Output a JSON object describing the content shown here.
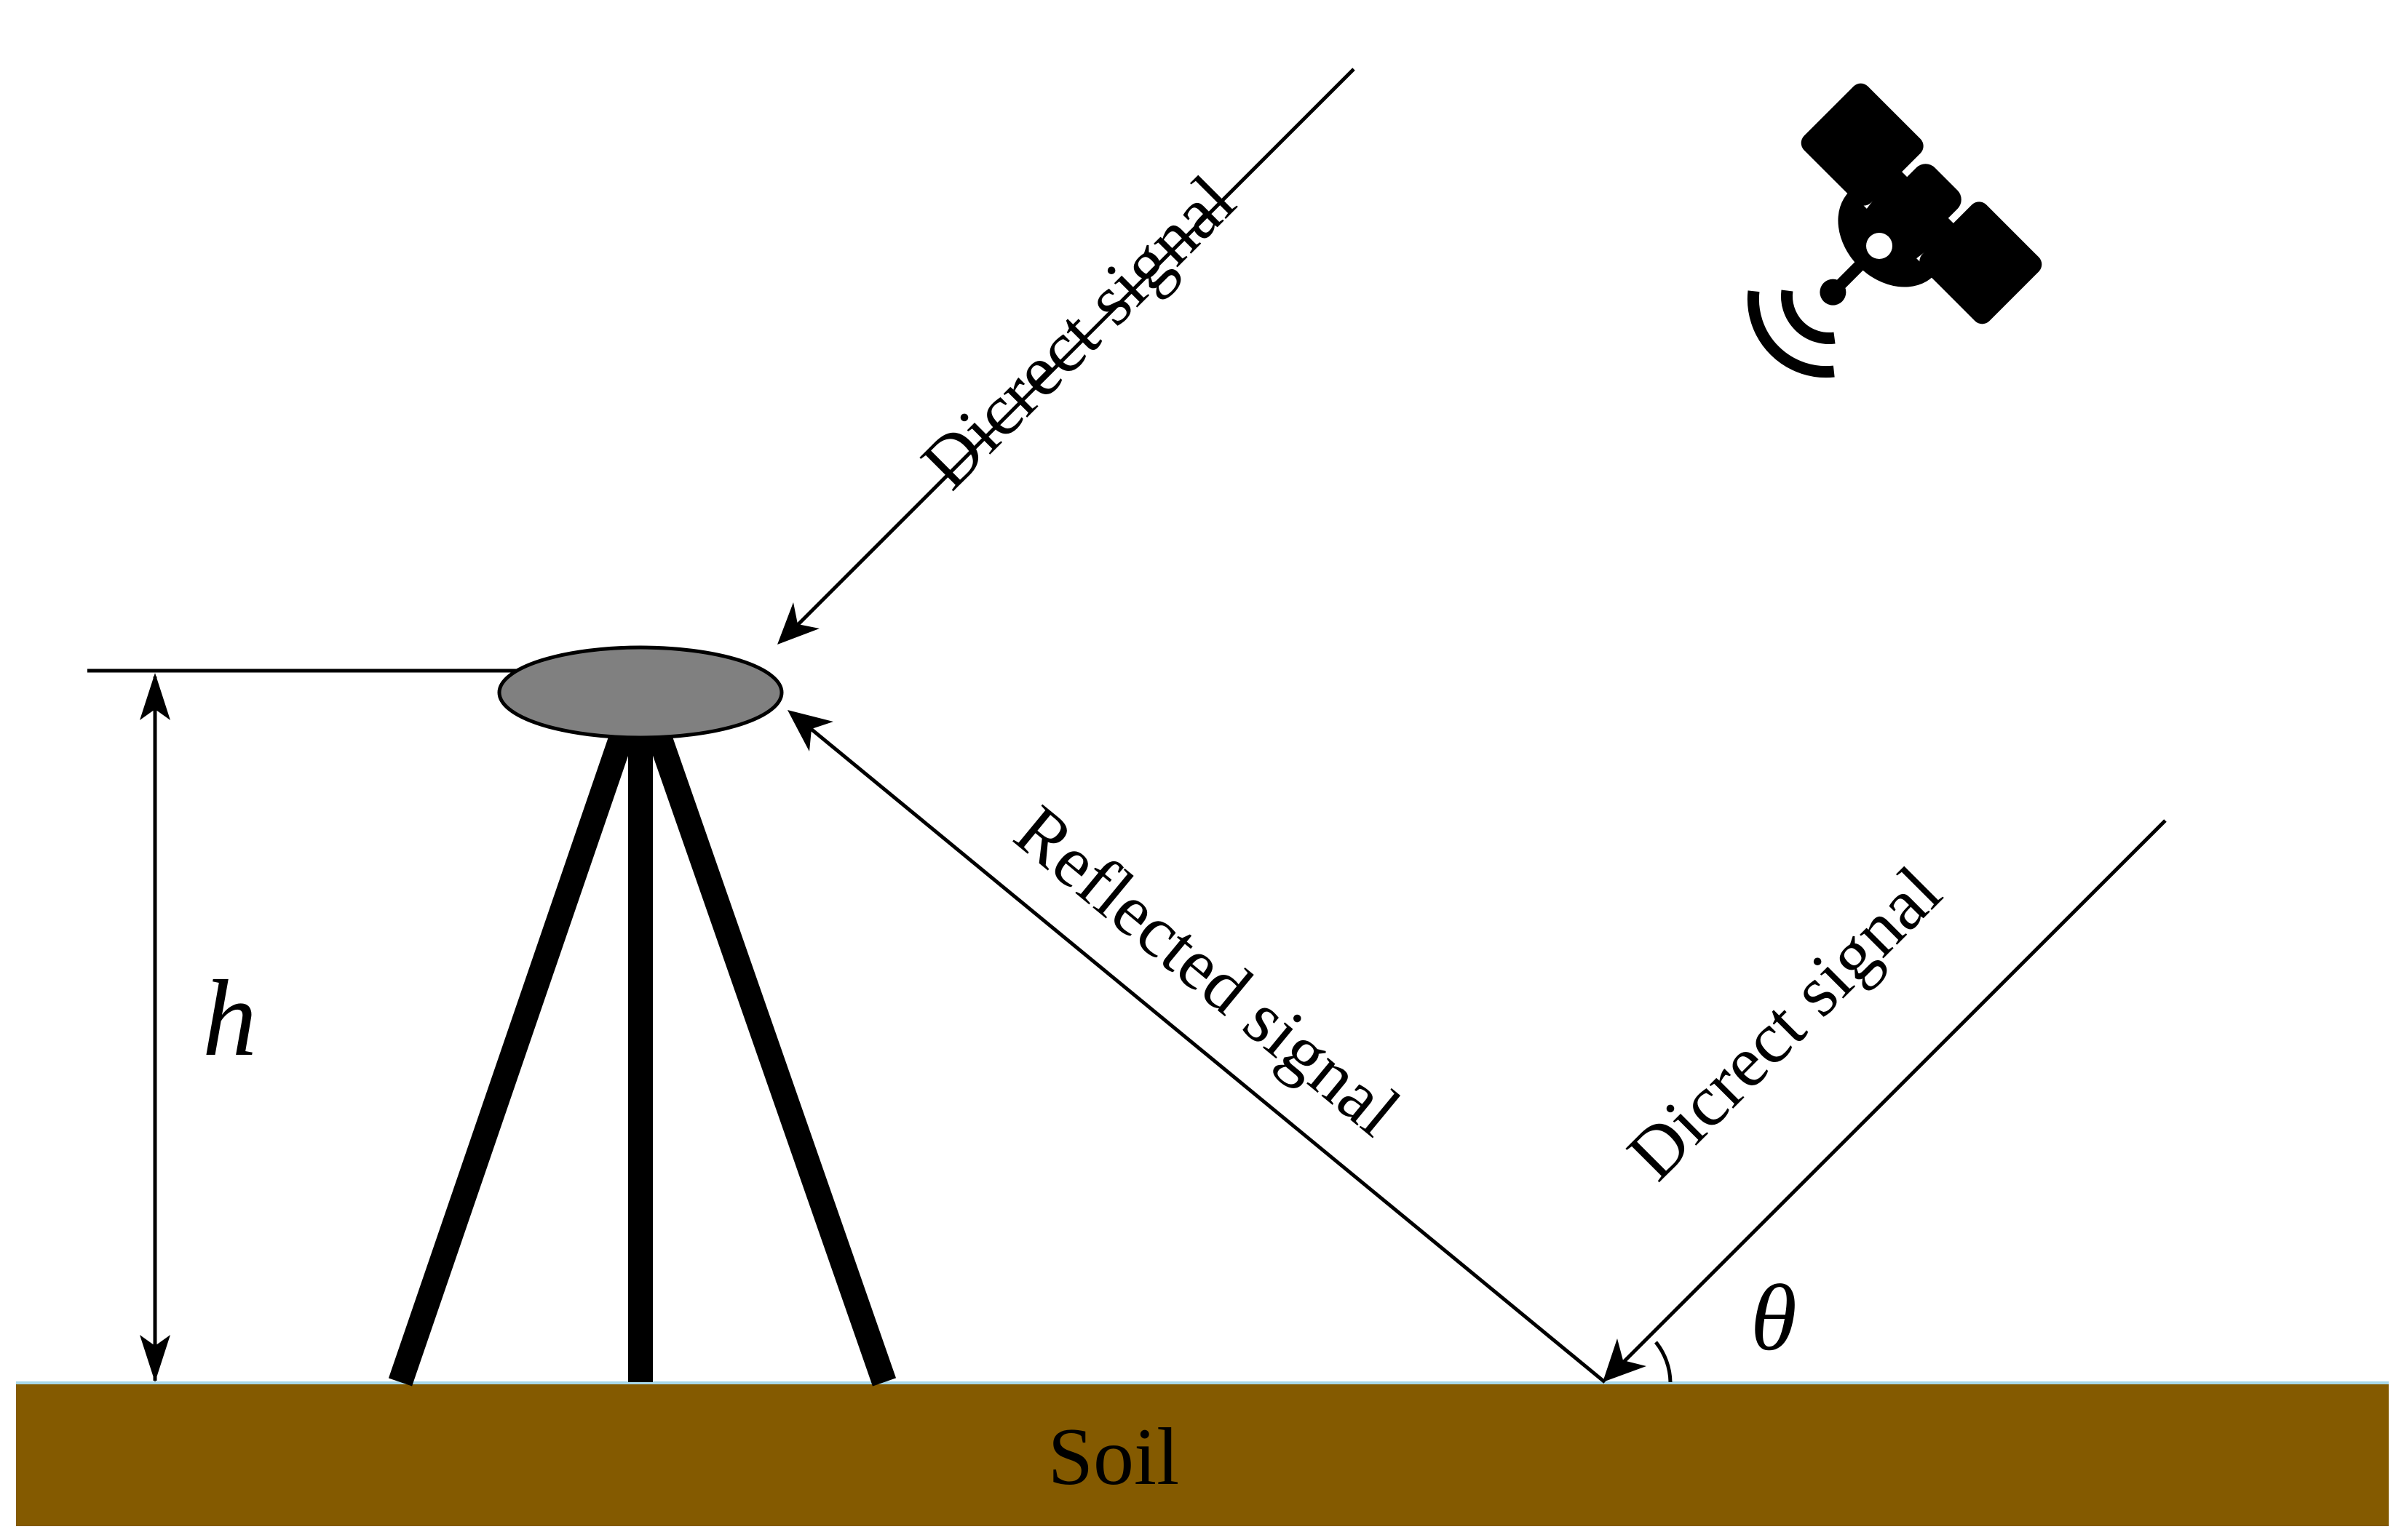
{
  "labels": {
    "direct_signal_top": "Dicrect signal",
    "reflected_signal": "Reflected signal",
    "direct_signal_bottom": "Dicrect signal",
    "soil": "Soil",
    "height": "h",
    "elevation_angle": "θ"
  },
  "colors": {
    "soil": "#845a00",
    "soil_edge": "#a8d8e8",
    "antenna": "#808080",
    "line": "#000000",
    "background": "#ffffff"
  },
  "icons": {
    "satellite": "satellite-icon"
  }
}
